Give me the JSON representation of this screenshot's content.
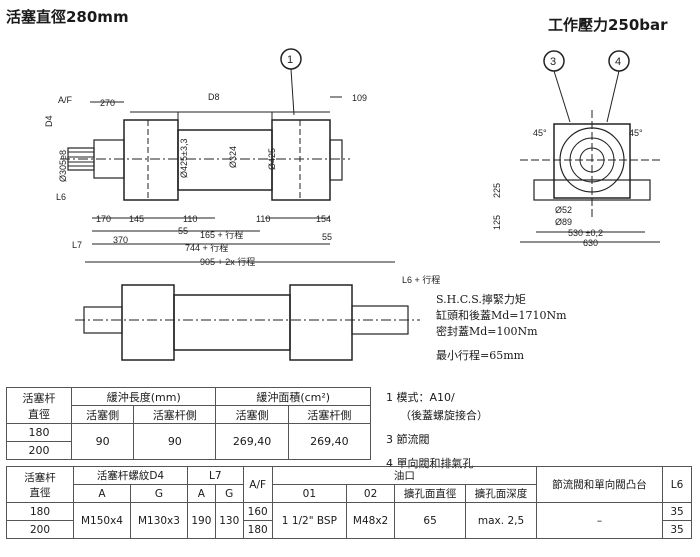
{
  "header": {
    "piston_dia": "活塞直徑280mm",
    "pressure": "工作壓力250bar"
  },
  "drawing": {
    "balloons": [
      "1",
      "3",
      "4"
    ],
    "top_labels": {
      "af": "A/F",
      "d4": "D4",
      "d270": "270",
      "d8": "D8",
      "d109": "109",
      "d305": "Ø305e8",
      "d425a": "Ø425±3,3",
      "d324": "Ø324",
      "d425b": "Ø425",
      "l6": "L6",
      "l7": "L7",
      "d170": "170",
      "d145": "145",
      "d110a": "110",
      "d55a": "55",
      "d110b": "110",
      "d154": "154",
      "d370": "370",
      "d165": "165 + 行程",
      "d55b": "55",
      "d744": "744 + 行程",
      "d905": "905 + 2x 行程",
      "l6_stroke": "L6 + 行程"
    },
    "side_labels": {
      "a45a": "45°",
      "a45b": "45°",
      "d225": "225",
      "d125": "125",
      "d52": "Ø52",
      "d89": "Ø89",
      "d530": "530 ±0,2",
      "d630": "630"
    },
    "notes": [
      "S.H.C.S.擰緊力矩",
      "缸頭和後蓋Md=1710Nm",
      "密封蓋Md=100Nm",
      "最小行程=65mm"
    ]
  },
  "table1": {
    "rod_header": "活塞杆\n直徑",
    "col_cushion_len": "緩沖長度(mm)",
    "col_cushion_area": "緩沖面積(cm²)",
    "sub": [
      "活塞側",
      "活塞杆側",
      "活塞側",
      "活塞杆側"
    ],
    "rows": [
      "180",
      "200"
    ],
    "values": [
      "90",
      "90",
      "269,40",
      "269,40"
    ]
  },
  "legend": [
    "1  模式：A10/",
    "（後蓋螺旋接合）",
    "3  節流閥",
    "4  單向閥和排氣孔"
  ],
  "table2": {
    "rod_header": "活塞杆\n直徑",
    "thread": "活塞杆螺紋D4",
    "l7": "L7",
    "af": "A/F",
    "oil": "油口",
    "throttle": "節流閥和單向閥凸台",
    "l6": "L6",
    "sub_a": "A",
    "sub_g": "G",
    "sub_a2": "A",
    "sub_g2": "G",
    "sub_01": "01",
    "sub_02": "02",
    "sub_dia": "擴孔面直徑",
    "sub_depth": "擴孔面深度",
    "rows": [
      {
        "rod": "180",
        "a": "M150x4",
        "g": "M130x3",
        "l7a": "190",
        "l7g": "130",
        "af": "160",
        "o1": "1 1/2\" BSP",
        "o2": "M48x2",
        "dia": "65",
        "depth": "max. 2,5",
        "thr": "–",
        "l6": "35"
      },
      {
        "rod": "200",
        "af": "180",
        "l6": "35"
      }
    ]
  }
}
